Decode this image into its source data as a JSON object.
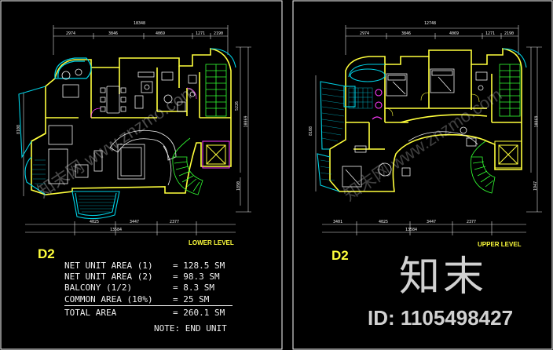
{
  "colors": {
    "background": "#000000",
    "frame": "#ffffff",
    "wall": "#ffff3c",
    "dimension": "#e8e8e8",
    "furniture": "#f0f0f0",
    "terrace": "#00d2e6",
    "stair": "#32ff32",
    "lift": "#ff3cff",
    "lower_label": "#ffff3c",
    "text_white": "#f0f0f0",
    "watermark": "#ffffff"
  },
  "left_plan": {
    "unit_label": "D2",
    "level_label": "LOWER LEVEL",
    "dims_top": [
      "18348",
      "2974",
      "3846",
      "4069",
      "1271",
      "2190"
    ],
    "dims_bottom": [
      "13584",
      "4025",
      "3447",
      "2377"
    ],
    "dims_left": "8108",
    "dims_right": [
      "5226",
      "10869",
      "1890"
    ],
    "area_table": [
      {
        "label": "NET UNIT AREA (1)",
        "value": "= 128.5 SM"
      },
      {
        "label": "NET UNIT AREA (2)",
        "value": "= 98.3 SM"
      },
      {
        "label": "BALCONY (1/2)",
        "value": "= 8.3 SM"
      },
      {
        "label": "COMMON AREA (10%)",
        "value": "= 25 SM"
      },
      {
        "label": "TOTAL AREA",
        "value": "= 260.1 SM"
      }
    ],
    "note": "NOTE: END UNIT"
  },
  "right_plan": {
    "unit_label": "D2",
    "level_label": "UPPER LEVEL",
    "dims_top": [
      "12748",
      "2974",
      "3846",
      "4069",
      "1271",
      "2190"
    ],
    "dims_bottom": [
      "13584",
      "3401",
      "4025",
      "3447",
      "2377"
    ],
    "dims_left": "8108",
    "dims_right": [
      "10869",
      "1947"
    ]
  },
  "watermark": {
    "brand": "知末",
    "id_text": "ID: 1105498427",
    "diagonal": "知末网 www.znzmo.com"
  }
}
